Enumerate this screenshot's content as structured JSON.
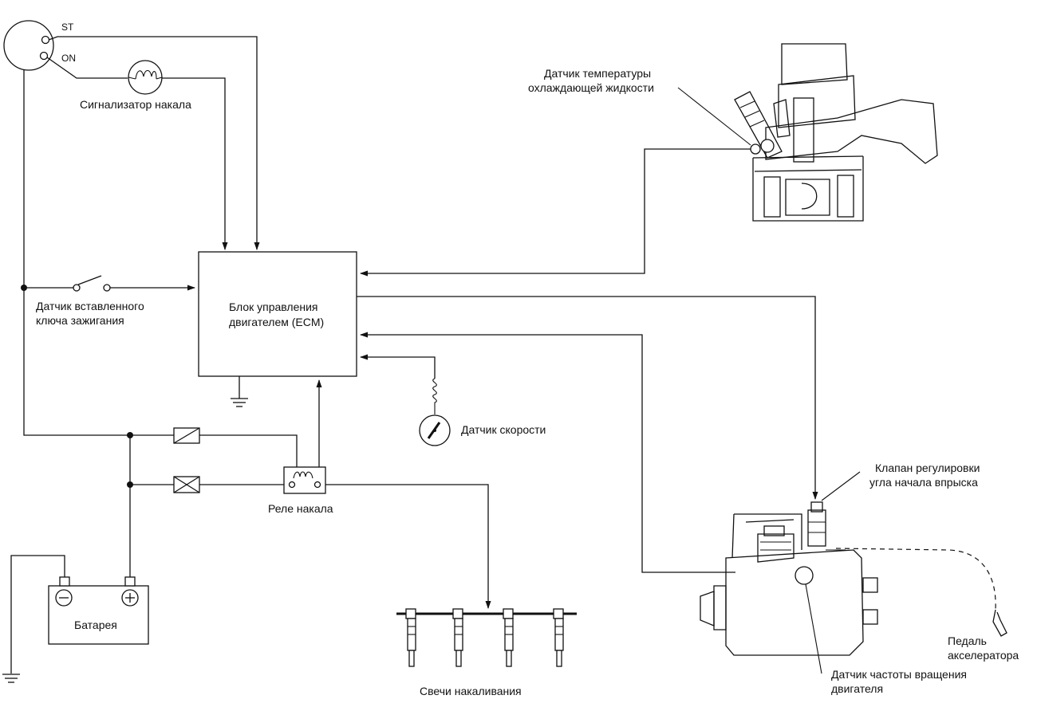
{
  "labels": {
    "ignition_st": "ST",
    "ignition_on": "ON",
    "glow_indicator": "Сигнализатор накала",
    "key_sensor_line1": "Датчик вставленного",
    "key_sensor_line2": "ключа зажигания",
    "ecm_line1": "Блок управления",
    "ecm_line2": "двигателем (ECM)",
    "coolant_line1": "Датчик температуры",
    "coolant_line2": "охлаждающей жидкости",
    "speed_sensor": "Датчик скорости",
    "glow_relay": "Реле накала",
    "battery": "Батарея",
    "glow_plugs": "Свечи накаливания",
    "injection_valve_line1": "Клапан регулировки",
    "injection_valve_line2": "угла начала впрыска",
    "pedal_line1": "Педаль",
    "pedal_line2": "акселератора",
    "rpm_sensor_line1": "Датчик частоты вращения",
    "rpm_sensor_line2": "двигателя"
  }
}
